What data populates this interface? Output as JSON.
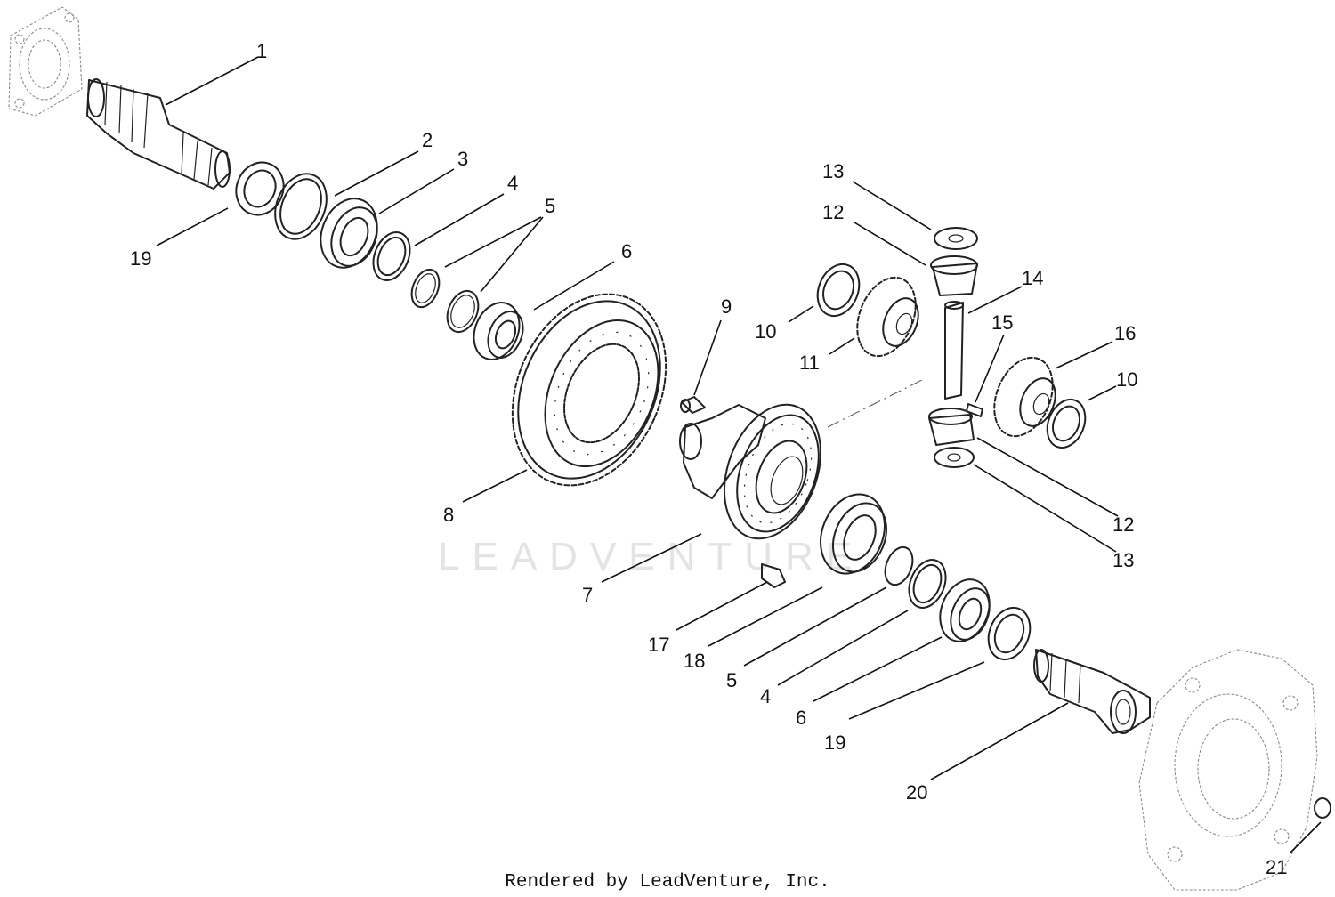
{
  "credit": "Rendered by LeadVenture, Inc.",
  "watermark": "LEADVENTURE",
  "callouts": [
    {
      "id": "c1",
      "label": "1"
    },
    {
      "id": "c2",
      "label": "2"
    },
    {
      "id": "c3",
      "label": "3"
    },
    {
      "id": "c4a",
      "label": "4"
    },
    {
      "id": "c5a",
      "label": "5"
    },
    {
      "id": "c6a",
      "label": "6"
    },
    {
      "id": "c7",
      "label": "7"
    },
    {
      "id": "c8",
      "label": "8"
    },
    {
      "id": "c9",
      "label": "9"
    },
    {
      "id": "c10a",
      "label": "10"
    },
    {
      "id": "c10b",
      "label": "10"
    },
    {
      "id": "c11",
      "label": "11"
    },
    {
      "id": "c12a",
      "label": "12"
    },
    {
      "id": "c12b",
      "label": "12"
    },
    {
      "id": "c13a",
      "label": "13"
    },
    {
      "id": "c13b",
      "label": "13"
    },
    {
      "id": "c14",
      "label": "14"
    },
    {
      "id": "c15",
      "label": "15"
    },
    {
      "id": "c16",
      "label": "16"
    },
    {
      "id": "c17",
      "label": "17"
    },
    {
      "id": "c18",
      "label": "18"
    },
    {
      "id": "c5b",
      "label": "5"
    },
    {
      "id": "c4b",
      "label": "4"
    },
    {
      "id": "c6b",
      "label": "6"
    },
    {
      "id": "c19a",
      "label": "19"
    },
    {
      "id": "c19b",
      "label": "19"
    },
    {
      "id": "c20",
      "label": "20"
    },
    {
      "id": "c21",
      "label": "21"
    }
  ]
}
